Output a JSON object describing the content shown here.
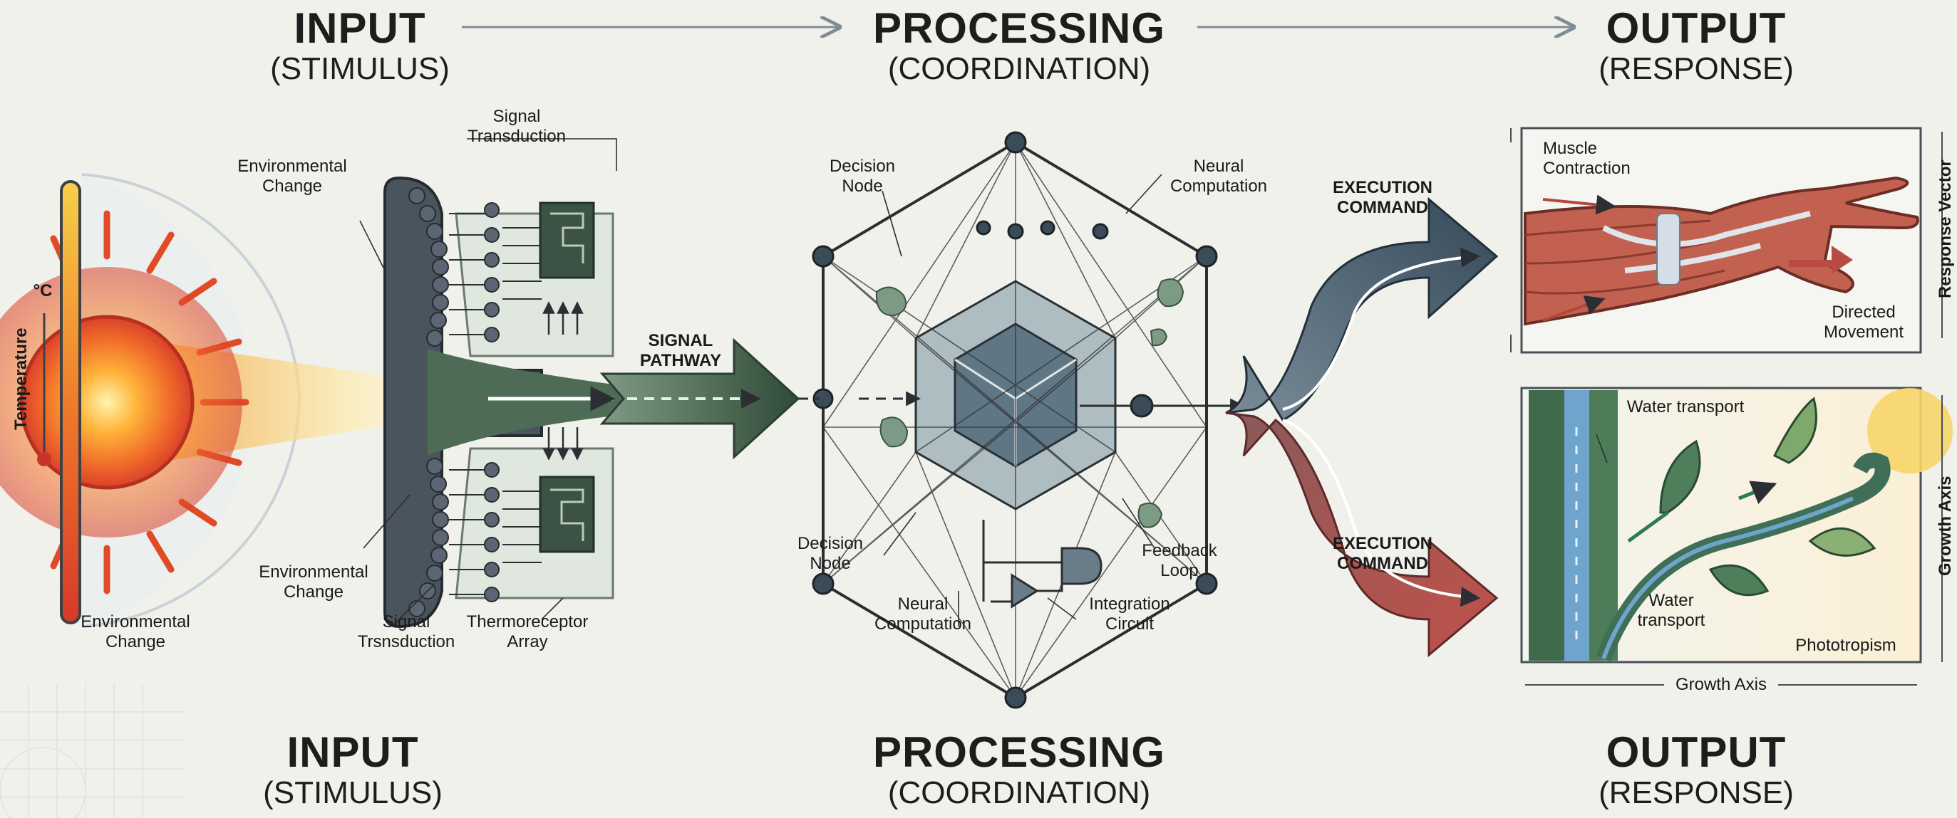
{
  "headers": {
    "top": {
      "input": {
        "title": "INPUT",
        "sub": "(STIMULUS)"
      },
      "processing": {
        "title": "PROCESSING",
        "sub": "(COORDINATION)"
      },
      "output": {
        "title": "OUTPUT",
        "sub": "(RESPONSE)"
      }
    },
    "bottom": {
      "input": {
        "title": "INPUT",
        "sub": "(STIMULUS)"
      },
      "processing": {
        "title": "PROCESSING",
        "sub": "(COORDINATION)"
      },
      "output": {
        "title": "OUTPUT",
        "sub": "(RESPONSE)"
      }
    }
  },
  "stimulus": {
    "temperature_label": "Temperature",
    "unit": "°C",
    "env_change_1": "Environmental\nChange",
    "env_change_2": "Environmental\nChange",
    "env_change_3": "Environmental\nChange",
    "signal_transduction_top": "Signal\nTransduction",
    "signal_transduction_bottom": "Signal\nTrsnsduction",
    "thermoreceptor": "Thermoreceptor\nArray",
    "signal_pathway": "SIGNAL\nPATHWAY"
  },
  "processing": {
    "decision_node_top": "Decision\nNode",
    "decision_node_bottom": "Decision\nNode",
    "neural_computation_top": "Neural\nComputation",
    "neural_computation_bottom": "Neural\nComputation",
    "feedback_loop": "Feedback\nLoop",
    "integration_circuit": "Integration\nCircuit"
  },
  "output": {
    "execution_command_top": "EXECUTION\nCOMMAND",
    "execution_command_bottom": "EXECUTION\nCOMMAND",
    "muscle_contraction": "Muscle\nContraction",
    "directed_movement": "Directed\nMovement",
    "response_vector": "Response Vector",
    "water_transport_top": "Water transport",
    "water_transport_bottom": "Water\ntransport",
    "phototropism": "Phototropism",
    "growth_axis_bottom": "Growth Axis",
    "growth_axis_side": "Growth Axis"
  },
  "colors": {
    "heat": "#e8542a",
    "signal_green": "#3f5c46",
    "command_blue": "#3f5566",
    "command_red": "#b04a43",
    "line": "#2b2f33"
  }
}
